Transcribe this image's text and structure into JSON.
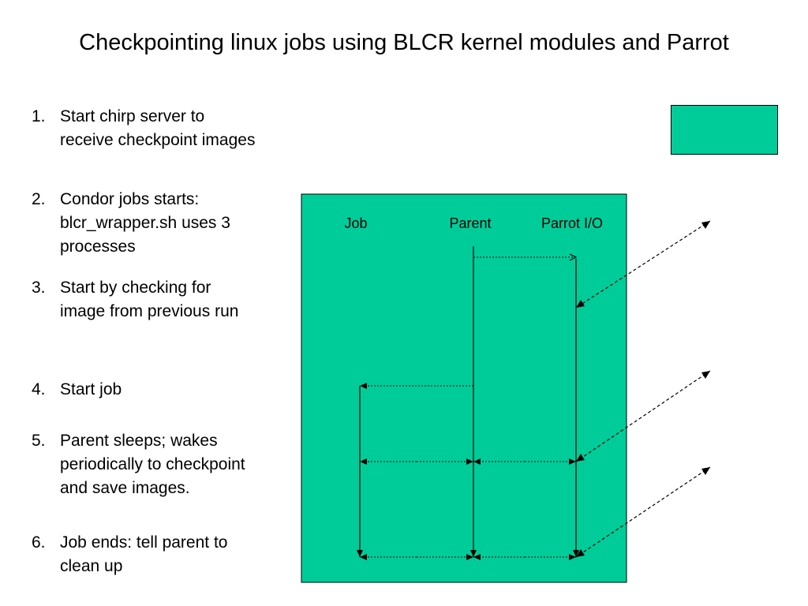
{
  "title": "Checkpointing linux jobs using BLCR kernel modules and Parrot",
  "steps": [
    {
      "num": "1.",
      "line1": "Start chirp server to",
      "line2": "receive checkpoint images"
    },
    {
      "num": "2.",
      "line1": "Condor jobs starts:",
      "line2": "blcr_wrapper.sh uses 3",
      "line3": "processes"
    },
    {
      "num": "3.",
      "line1": "Start by checking for",
      "line2": "image from previous run"
    },
    {
      "num": "4.",
      "line1": "Start job"
    },
    {
      "num": "5.",
      "line1": "Parent sleeps; wakes",
      "line2": "periodically to checkpoint",
      "line3": "and save images."
    },
    {
      "num": "6.",
      "line1": "Job ends: tell parent to",
      "line2": "clean up"
    }
  ],
  "diagram": {
    "columns": [
      "Job",
      "Parent",
      "Parrot I/O"
    ]
  },
  "colors": {
    "box_fill": "#00CC99",
    "border": "#000000",
    "background": "#FFFFFF"
  }
}
